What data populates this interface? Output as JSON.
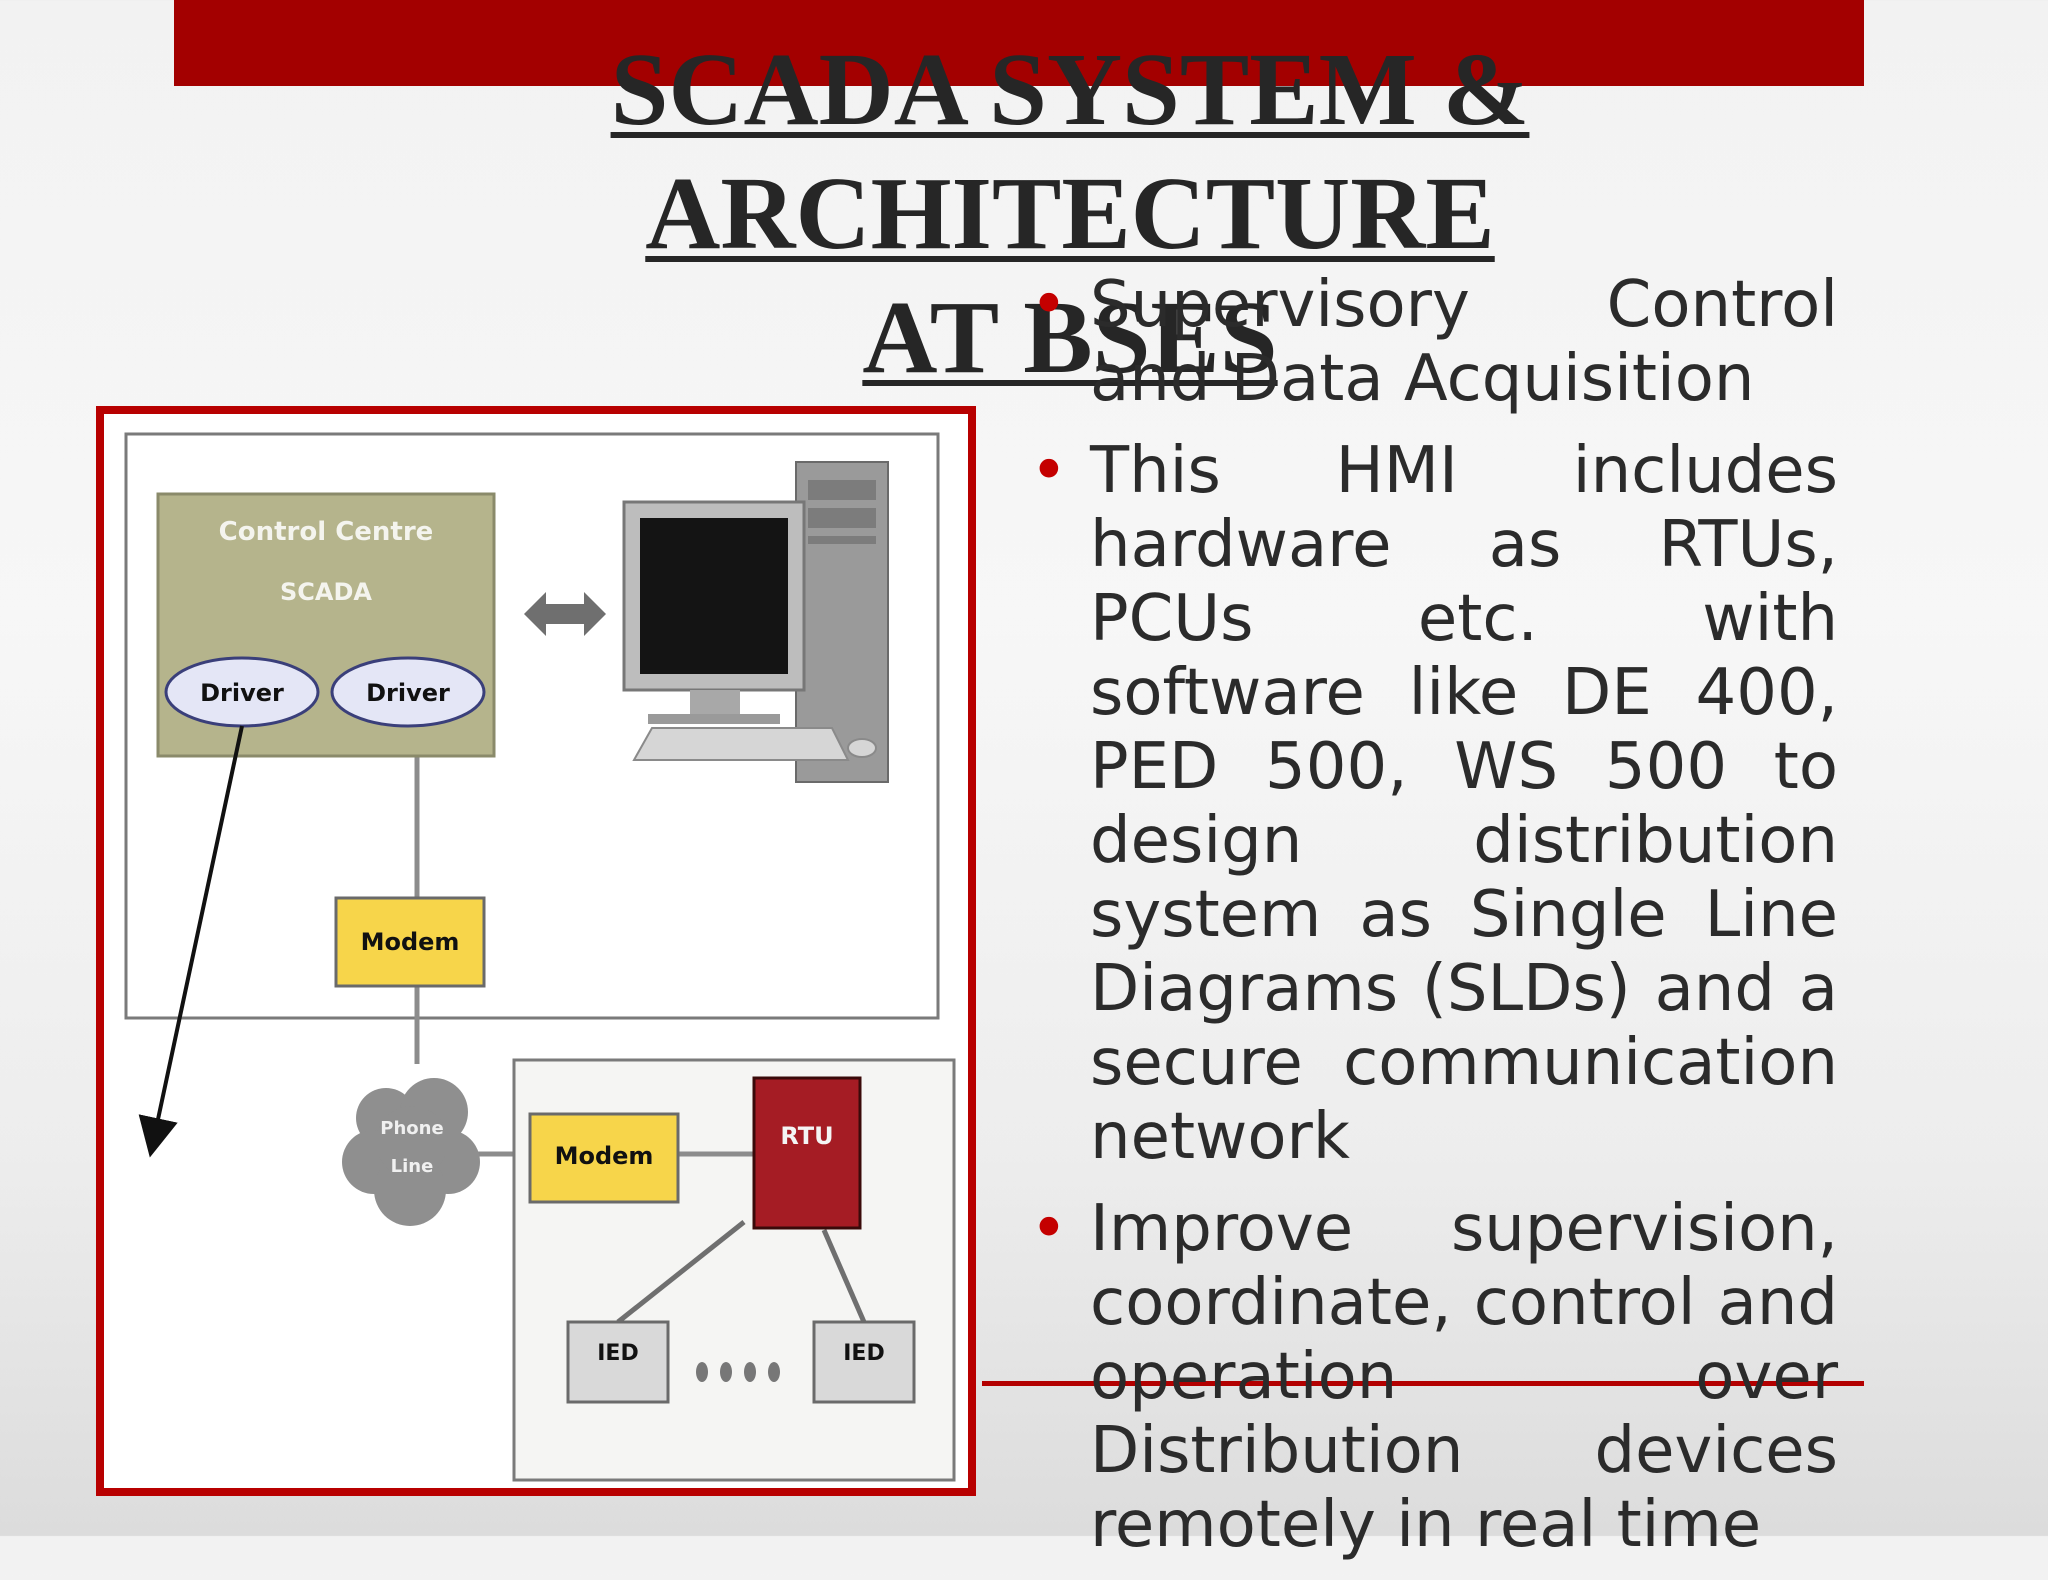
{
  "slide": {
    "title_line1": "SCADA SYSTEM &",
    "title_line2": "ARCHITECTURE",
    "title_line3": "AT BSES",
    "bullets": [
      "Supervisory Control and Data Acquisition",
      "This HMI includes hardware as RTUs, PCUs etc. with software like DE 400, PED 500, WS 500 to design distribution system as Single Line Diagrams (SLDs) and a secure communication network",
      "Improve supervision, coordinate, control and operation over Distribution devices remotely in real time"
    ],
    "bullet_symbol": "•"
  },
  "diagram": {
    "control_centre": "Control Centre",
    "scada": "SCADA",
    "driver_1": "Driver",
    "driver_2": "Driver",
    "modem_top": "Modem",
    "phone": "Phone",
    "line": "Line",
    "modem_bottom": "Modem",
    "rtu": "RTU",
    "ied_left": "IED",
    "ied_right": "IED"
  },
  "colors": {
    "accent_red": "#a30000",
    "bullet_red": "#c40000",
    "control_centre_fill": "#b5b48c",
    "modem_fill": "#f7d54a",
    "rtu_fill": "#a51c24",
    "driver_fill": "#e4e6f6",
    "ied_fill": "#d9d9d9"
  }
}
